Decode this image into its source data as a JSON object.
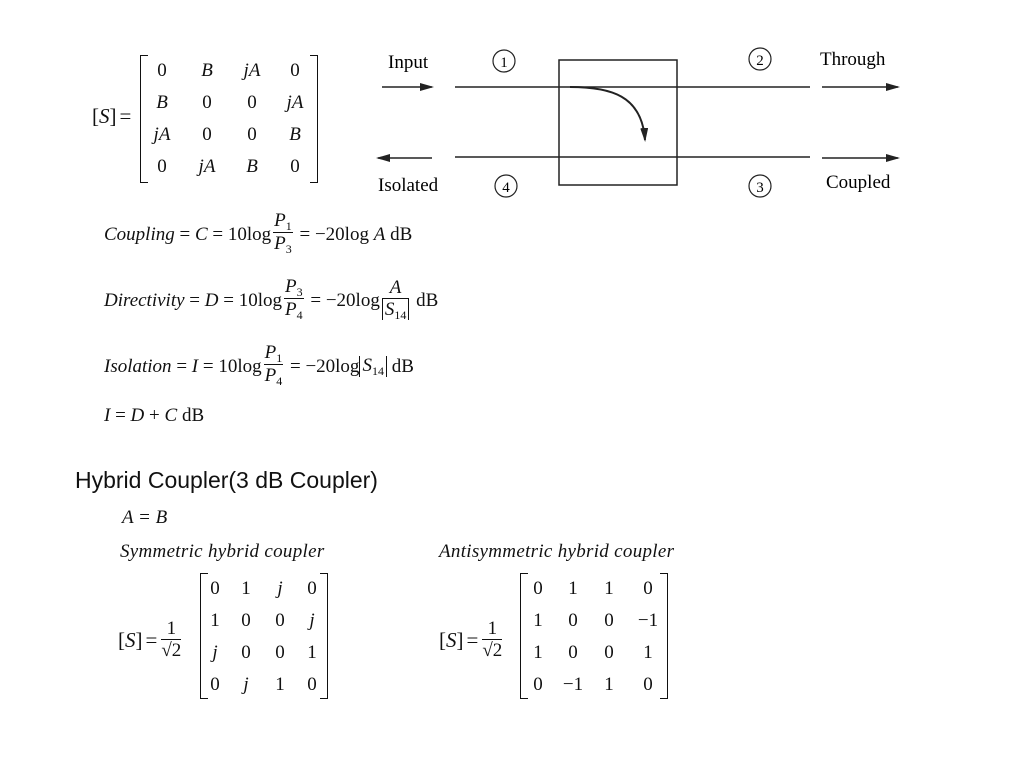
{
  "s_matrix": {
    "lhs": "S",
    "rows": [
      [
        "0",
        "B",
        "jA",
        "0"
      ],
      [
        "B",
        "0",
        "0",
        "jA"
      ],
      [
        "jA",
        "0",
        "0",
        "B"
      ],
      [
        "0",
        "jA",
        "B",
        "0"
      ]
    ]
  },
  "diagram": {
    "ports": [
      "1",
      "2",
      "3",
      "4"
    ],
    "labels": {
      "input": "Input",
      "through": "Through",
      "isolated": "Isolated",
      "coupled": "Coupled"
    }
  },
  "equations": {
    "coupling": {
      "name": "Coupling",
      "sym": "C",
      "coef": "10log",
      "num": "P",
      "num_sub": "1",
      "den": "P",
      "den_sub": "3",
      "rhs": "−20log",
      "rhs_var": "A",
      "unit": "dB"
    },
    "directivity": {
      "name": "Directivity",
      "sym": "D",
      "coef": "10log",
      "num": "P",
      "num_sub": "3",
      "den": "P",
      "den_sub": "4",
      "rhs": "−20log",
      "frac2_num": "A",
      "frac2_den": "S",
      "frac2_den_sub": "14",
      "unit": "dB"
    },
    "isolation": {
      "name": "Isolation",
      "sym": "I",
      "coef": "10log",
      "num": "P",
      "num_sub": "1",
      "den": "P",
      "den_sub": "4",
      "rhs": "−20log",
      "rhs_var": "S",
      "rhs_sub": "14",
      "unit": "dB"
    },
    "relation": {
      "lhs": "I",
      "rhs1": "D",
      "rhs2": "C",
      "unit": "dB"
    }
  },
  "hybrid": {
    "heading": "Hybrid Coupler(3 dB Coupler)",
    "condition": "A = B",
    "symmetric": {
      "title": "Symmetric hybrid coupler",
      "lhs": "S",
      "frac_num": "1",
      "frac_den": "2",
      "rows": [
        [
          "0",
          "1",
          "j",
          "0"
        ],
        [
          "1",
          "0",
          "0",
          "j"
        ],
        [
          "j",
          "0",
          "0",
          "1"
        ],
        [
          "0",
          "j",
          "1",
          "0"
        ]
      ]
    },
    "antisymmetric": {
      "title": "Antisymmetric hybrid coupler",
      "lhs": "S",
      "frac_num": "1",
      "frac_den": "2",
      "rows": [
        [
          "0",
          "1",
          "1",
          "0"
        ],
        [
          "1",
          "0",
          "0",
          "−1"
        ],
        [
          "1",
          "0",
          "0",
          "1"
        ],
        [
          "0",
          "−1",
          "1",
          "0"
        ]
      ]
    }
  }
}
